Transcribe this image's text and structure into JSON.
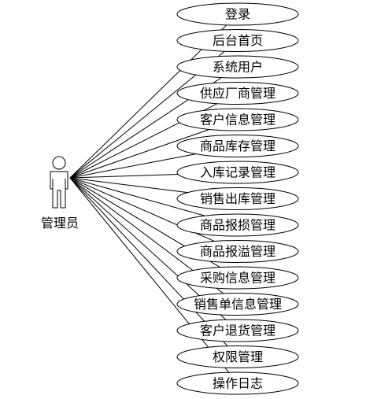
{
  "actor": {
    "label": "管理员",
    "icon": "actor-icon"
  },
  "use_cases": [
    "登录",
    "后台首页",
    "系统用户",
    "供应厂商管理",
    "客户信息管理",
    "商品库存管理",
    "入库记录管理",
    "销售出库管理",
    "商品报损管理",
    "商品报溢管理",
    "采购信息管理",
    "销售单信息管理",
    "客户退货管理",
    "权限管理",
    "操作日志"
  ],
  "colors": {
    "stroke": "#000000",
    "fill": "#ffffff"
  }
}
